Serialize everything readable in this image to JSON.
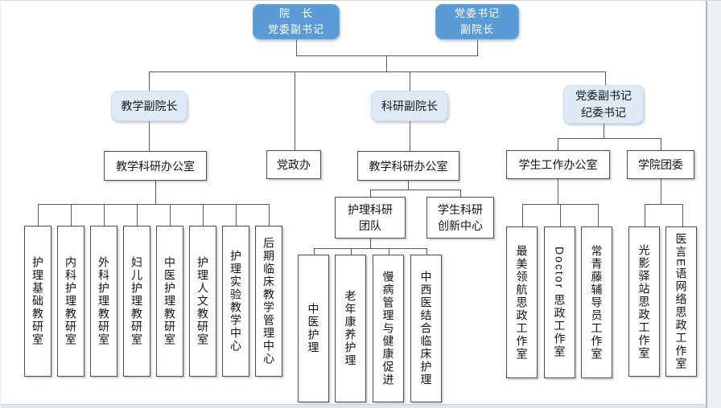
{
  "slide": {
    "top_left": "院　长\n党委副书记",
    "top_right": "党委书记\n副院长",
    "teaching_vp": "教学副院长",
    "research_vp": "科研副院长",
    "deputy_secretary": "党委副书记\n纪委书记",
    "teaching_office": "教学科研办公室",
    "party_admin_office": "党政办",
    "research_office": "教学科研办公室",
    "student_affairs_office": "学生工作办公室",
    "youth_league": "学院团委",
    "nursing_research_team": "护理科研\n团队",
    "student_innovation_center": "学生科研\n创新中心",
    "teaching_rooms": [
      "护理基础教研室",
      "内科护理教研室",
      "外科护理教研室",
      "妇儿护理教研室",
      "中医护理教研室",
      "护理人文教研室",
      "护理实验教学中心",
      "后期临床教学管理中心"
    ],
    "research_teams": [
      "中医护理",
      "老年康养护理",
      "慢病管理与健康促进",
      "中西医结合临床护理"
    ],
    "student_studios": [
      "最美领航思政工作室",
      "Doctor 思政工作室",
      "常青藤辅导员工作室"
    ],
    "league_studios": [
      "光影驿站思政工作室",
      "医言E语网络思政工作室"
    ]
  },
  "colors": {
    "level1_fill": "#5B9BD5",
    "level1_text": "#FFFFFF",
    "level2_fill": "#DEEBF7",
    "node_border": "#4D4D4D",
    "connector": "#5A5A5A",
    "gutter": "#EDEFF1"
  }
}
